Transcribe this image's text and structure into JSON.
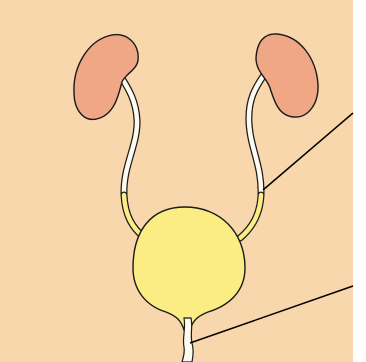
{
  "diagram": {
    "subject": "urinary-system",
    "colors": {
      "background": "#F9D7AC",
      "kidney": "#EFA786",
      "ureter": "#FDFAF0",
      "filled": "#FBEC83",
      "outline": "#1A1A1A",
      "leader": "#000000"
    },
    "parts": [
      {
        "id": "kidney-left",
        "icon": "kidney-icon"
      },
      {
        "id": "kidney-right",
        "icon": "kidney-icon"
      },
      {
        "id": "ureter-left",
        "icon": "ureter-icon"
      },
      {
        "id": "ureter-right",
        "icon": "ureter-icon"
      },
      {
        "id": "bladder",
        "icon": "bladder-icon"
      },
      {
        "id": "urethra",
        "icon": "urethra-icon"
      }
    ],
    "leader_lines": 2,
    "labels": []
  }
}
